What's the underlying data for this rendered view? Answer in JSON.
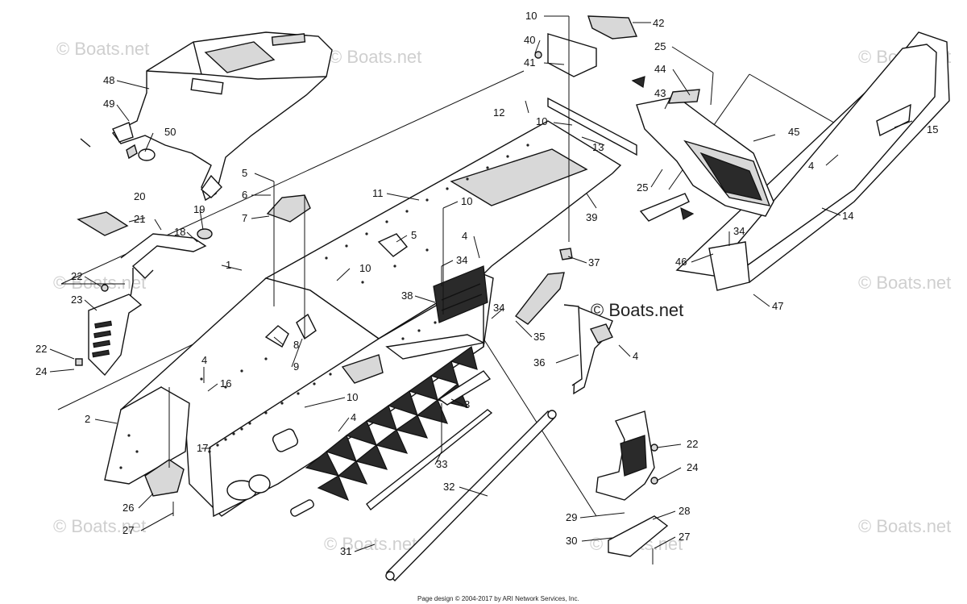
{
  "watermark": {
    "text": "© Boats.net",
    "brand_text": "© Boats.net"
  },
  "footer": {
    "text": "Page design © 2004-2017 by ARI Network Services, Inc."
  },
  "callouts": [
    {
      "id": "c10a",
      "label": "10"
    },
    {
      "id": "c42",
      "label": "42"
    },
    {
      "id": "c40",
      "label": "40"
    },
    {
      "id": "c41",
      "label": "41"
    },
    {
      "id": "c25a",
      "label": "25"
    },
    {
      "id": "c44",
      "label": "44"
    },
    {
      "id": "c43",
      "label": "43"
    },
    {
      "id": "c15",
      "label": "15"
    },
    {
      "id": "c12",
      "label": "12"
    },
    {
      "id": "c10b",
      "label": "10"
    },
    {
      "id": "c13",
      "label": "13"
    },
    {
      "id": "c45",
      "label": "45"
    },
    {
      "id": "c4a",
      "label": "4"
    },
    {
      "id": "c25b",
      "label": "25"
    },
    {
      "id": "c14",
      "label": "14"
    },
    {
      "id": "c48",
      "label": "48"
    },
    {
      "id": "c49",
      "label": "49"
    },
    {
      "id": "c50",
      "label": "50"
    },
    {
      "id": "c5a",
      "label": "5"
    },
    {
      "id": "c6",
      "label": "6"
    },
    {
      "id": "c7",
      "label": "7"
    },
    {
      "id": "c11",
      "label": "11"
    },
    {
      "id": "c10c",
      "label": "10"
    },
    {
      "id": "c39",
      "label": "39"
    },
    {
      "id": "c20",
      "label": "20"
    },
    {
      "id": "c19",
      "label": "19"
    },
    {
      "id": "c21",
      "label": "21"
    },
    {
      "id": "c18",
      "label": "18"
    },
    {
      "id": "c5b",
      "label": "5"
    },
    {
      "id": "c4b",
      "label": "4"
    },
    {
      "id": "c34a",
      "label": "34"
    },
    {
      "id": "c37",
      "label": "37"
    },
    {
      "id": "c34b",
      "label": "34"
    },
    {
      "id": "c46",
      "label": "46"
    },
    {
      "id": "c47",
      "label": "47"
    },
    {
      "id": "c1",
      "label": "1"
    },
    {
      "id": "c10d",
      "label": "10"
    },
    {
      "id": "c22a",
      "label": "22"
    },
    {
      "id": "c23",
      "label": "23"
    },
    {
      "id": "c38",
      "label": "38"
    },
    {
      "id": "c34c",
      "label": "34"
    },
    {
      "id": "c8",
      "label": "8"
    },
    {
      "id": "c9",
      "label": "9"
    },
    {
      "id": "c35",
      "label": "35"
    },
    {
      "id": "c4c",
      "label": "4"
    },
    {
      "id": "c36",
      "label": "36"
    },
    {
      "id": "c22b",
      "label": "22"
    },
    {
      "id": "c24a",
      "label": "24"
    },
    {
      "id": "c4d",
      "label": "4"
    },
    {
      "id": "c16",
      "label": "16"
    },
    {
      "id": "c10e",
      "label": "10"
    },
    {
      "id": "c2",
      "label": "2"
    },
    {
      "id": "c4e",
      "label": "4"
    },
    {
      "id": "c3",
      "label": "3"
    },
    {
      "id": "c17",
      "label": "17"
    },
    {
      "id": "c33",
      "label": "33"
    },
    {
      "id": "c22c",
      "label": "22"
    },
    {
      "id": "c24b",
      "label": "24"
    },
    {
      "id": "c26",
      "label": "26"
    },
    {
      "id": "c32",
      "label": "32"
    },
    {
      "id": "c27a",
      "label": "27"
    },
    {
      "id": "c29",
      "label": "29"
    },
    {
      "id": "c28",
      "label": "28"
    },
    {
      "id": "c30",
      "label": "30"
    },
    {
      "id": "c27b",
      "label": "27"
    },
    {
      "id": "c31",
      "label": "31"
    }
  ]
}
